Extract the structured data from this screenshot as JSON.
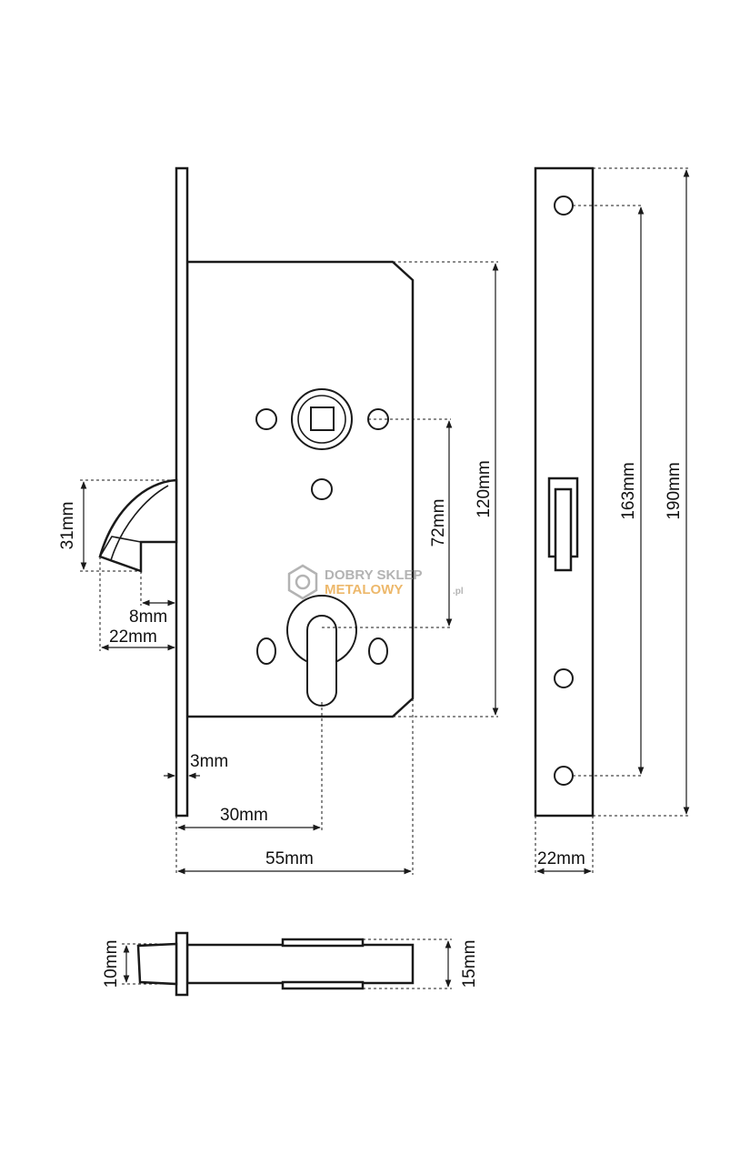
{
  "dimensions": {
    "hook_height": "31mm",
    "hook_bolt_offset": "8mm",
    "hook_projection": "22mm",
    "faceplate_thickness": "3mm",
    "backset": "30mm",
    "case_depth": "55mm",
    "spindle_to_cylinder": "72mm",
    "case_height": "120mm",
    "screw_spacing": "163mm",
    "faceplate_height": "190mm",
    "faceplate_width": "22mm",
    "bolt_thickness": "10mm",
    "case_thickness": "15mm"
  },
  "watermark": {
    "line1": "DOBRY SKLEP",
    "line2": "METALOWY",
    "suffix": ".pl",
    "color_primary": "#9a9a9a",
    "color_accent": "#e8a13a"
  },
  "colors": {
    "line": "#1a1a1a",
    "background": "#ffffff"
  }
}
